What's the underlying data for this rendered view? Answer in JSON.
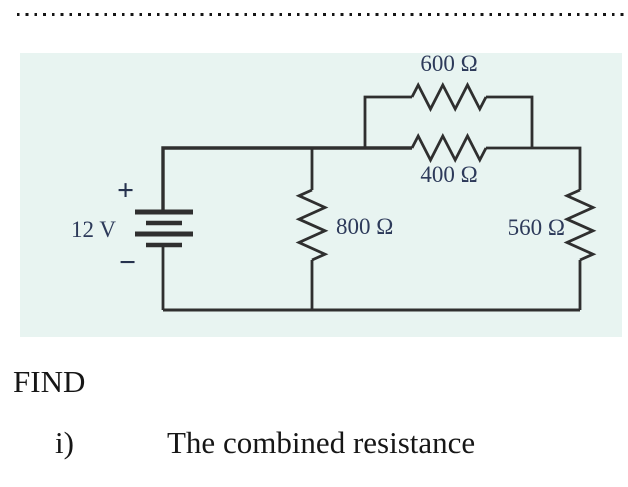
{
  "document": {
    "find_heading": "FIND",
    "items": [
      {
        "index": "i)",
        "text": "The combined resistance"
      }
    ]
  },
  "circuit": {
    "panel_bg": "#e8f4f1",
    "wire_color": "#2f2f2f",
    "label_color": "#2d3a5a",
    "source": {
      "value": "12 V",
      "positive": "+",
      "negative": "−"
    },
    "resistors": [
      {
        "name": "top-parallel-resistor",
        "label": "600 Ω"
      },
      {
        "name": "middle-parallel-resistor",
        "label": "400 Ω"
      },
      {
        "name": "center-branch-resistor",
        "label": "800 Ω"
      },
      {
        "name": "right-branch-resistor",
        "label": "560 Ω"
      }
    ]
  }
}
